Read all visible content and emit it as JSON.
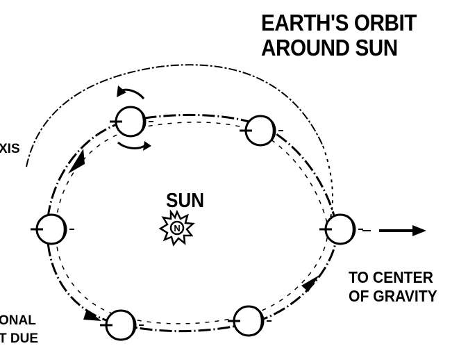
{
  "title": {
    "line1": "EARTH'S ORBIT",
    "line2": "AROUND SUN"
  },
  "sun": {
    "label": "SUN",
    "symbol": "N"
  },
  "gravity_label": {
    "line1": "TO CENTER",
    "line2": "OF GRAVITY"
  },
  "cut_off_labels": {
    "axis": "XIS",
    "onal": "ONAL",
    "due": "T DUE"
  },
  "colors": {
    "ink": "#000000",
    "background": "#ffffff"
  },
  "icons": [
    "earth-icon",
    "sun-icon",
    "direction-arrow",
    "rotation-arrow-icon"
  ]
}
